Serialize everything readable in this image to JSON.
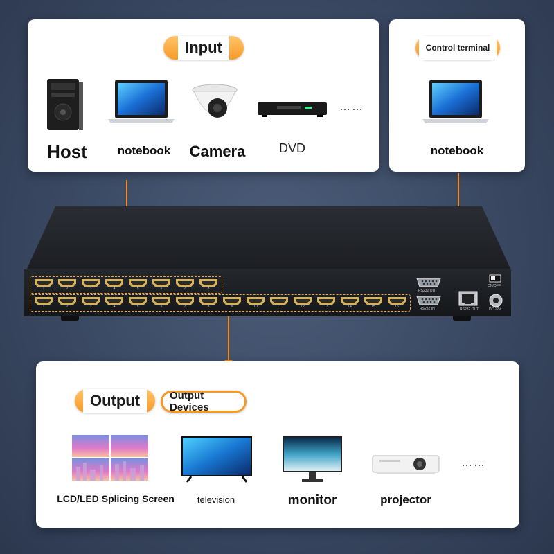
{
  "input_panel": {
    "title": "Input",
    "devices": [
      {
        "label": "Host",
        "icon": "pc-tower-icon"
      },
      {
        "label": "notebook",
        "icon": "laptop-icon"
      },
      {
        "label": "Camera",
        "icon": "dome-camera-icon"
      },
      {
        "label": "DVD",
        "icon": "dvd-player-icon"
      }
    ],
    "more": "……"
  },
  "control_panel": {
    "title": "Control terminal",
    "device": {
      "label": "notebook",
      "icon": "laptop-icon"
    }
  },
  "matrix": {
    "input_ports": [
      "1",
      "2",
      "3",
      "4",
      "5",
      "6",
      "7",
      "8"
    ],
    "output_ports": [
      "1",
      "2",
      "3",
      "4",
      "5",
      "6",
      "7",
      "8",
      "9",
      "10",
      "11",
      "12",
      "13",
      "14",
      "15",
      "16"
    ],
    "rs232_out_label": "RS232 OUT",
    "rs232_in_label": "RS232 IN",
    "rj45_label": "RS232 OUT",
    "power_switch_label": "ON/OFF",
    "dc_label": "DC 12V"
  },
  "output_panel": {
    "title": "Output",
    "subtitle": "Output Devices",
    "devices": [
      {
        "label": "LCD/LED Splicing Screen",
        "icon": "splicing-screen-icon"
      },
      {
        "label": "television",
        "icon": "tv-icon"
      },
      {
        "label": "monitor",
        "icon": "monitor-icon"
      },
      {
        "label": "projector",
        "icon": "projector-icon"
      }
    ],
    "more": "……"
  },
  "colors": {
    "accent": "#f79a25",
    "arrow": "#f08a1c",
    "background": "#3a4862",
    "panel": "#ffffff"
  }
}
